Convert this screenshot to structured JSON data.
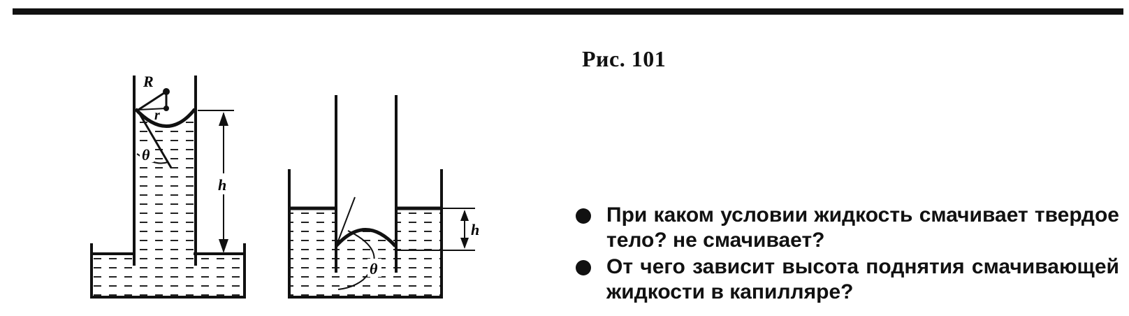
{
  "figure": {
    "caption": "Рис. 101",
    "labels": {
      "R": "R",
      "r": "r",
      "theta_left": "θ",
      "h_left": "h",
      "theta_right": "θ",
      "h_right": "h"
    }
  },
  "questions": [
    "При каком условии жидкость смачивает твердое тело? не смачивает?",
    "От чего зависит высота поднятия смачивающей жидкости в капилляре?"
  ]
}
